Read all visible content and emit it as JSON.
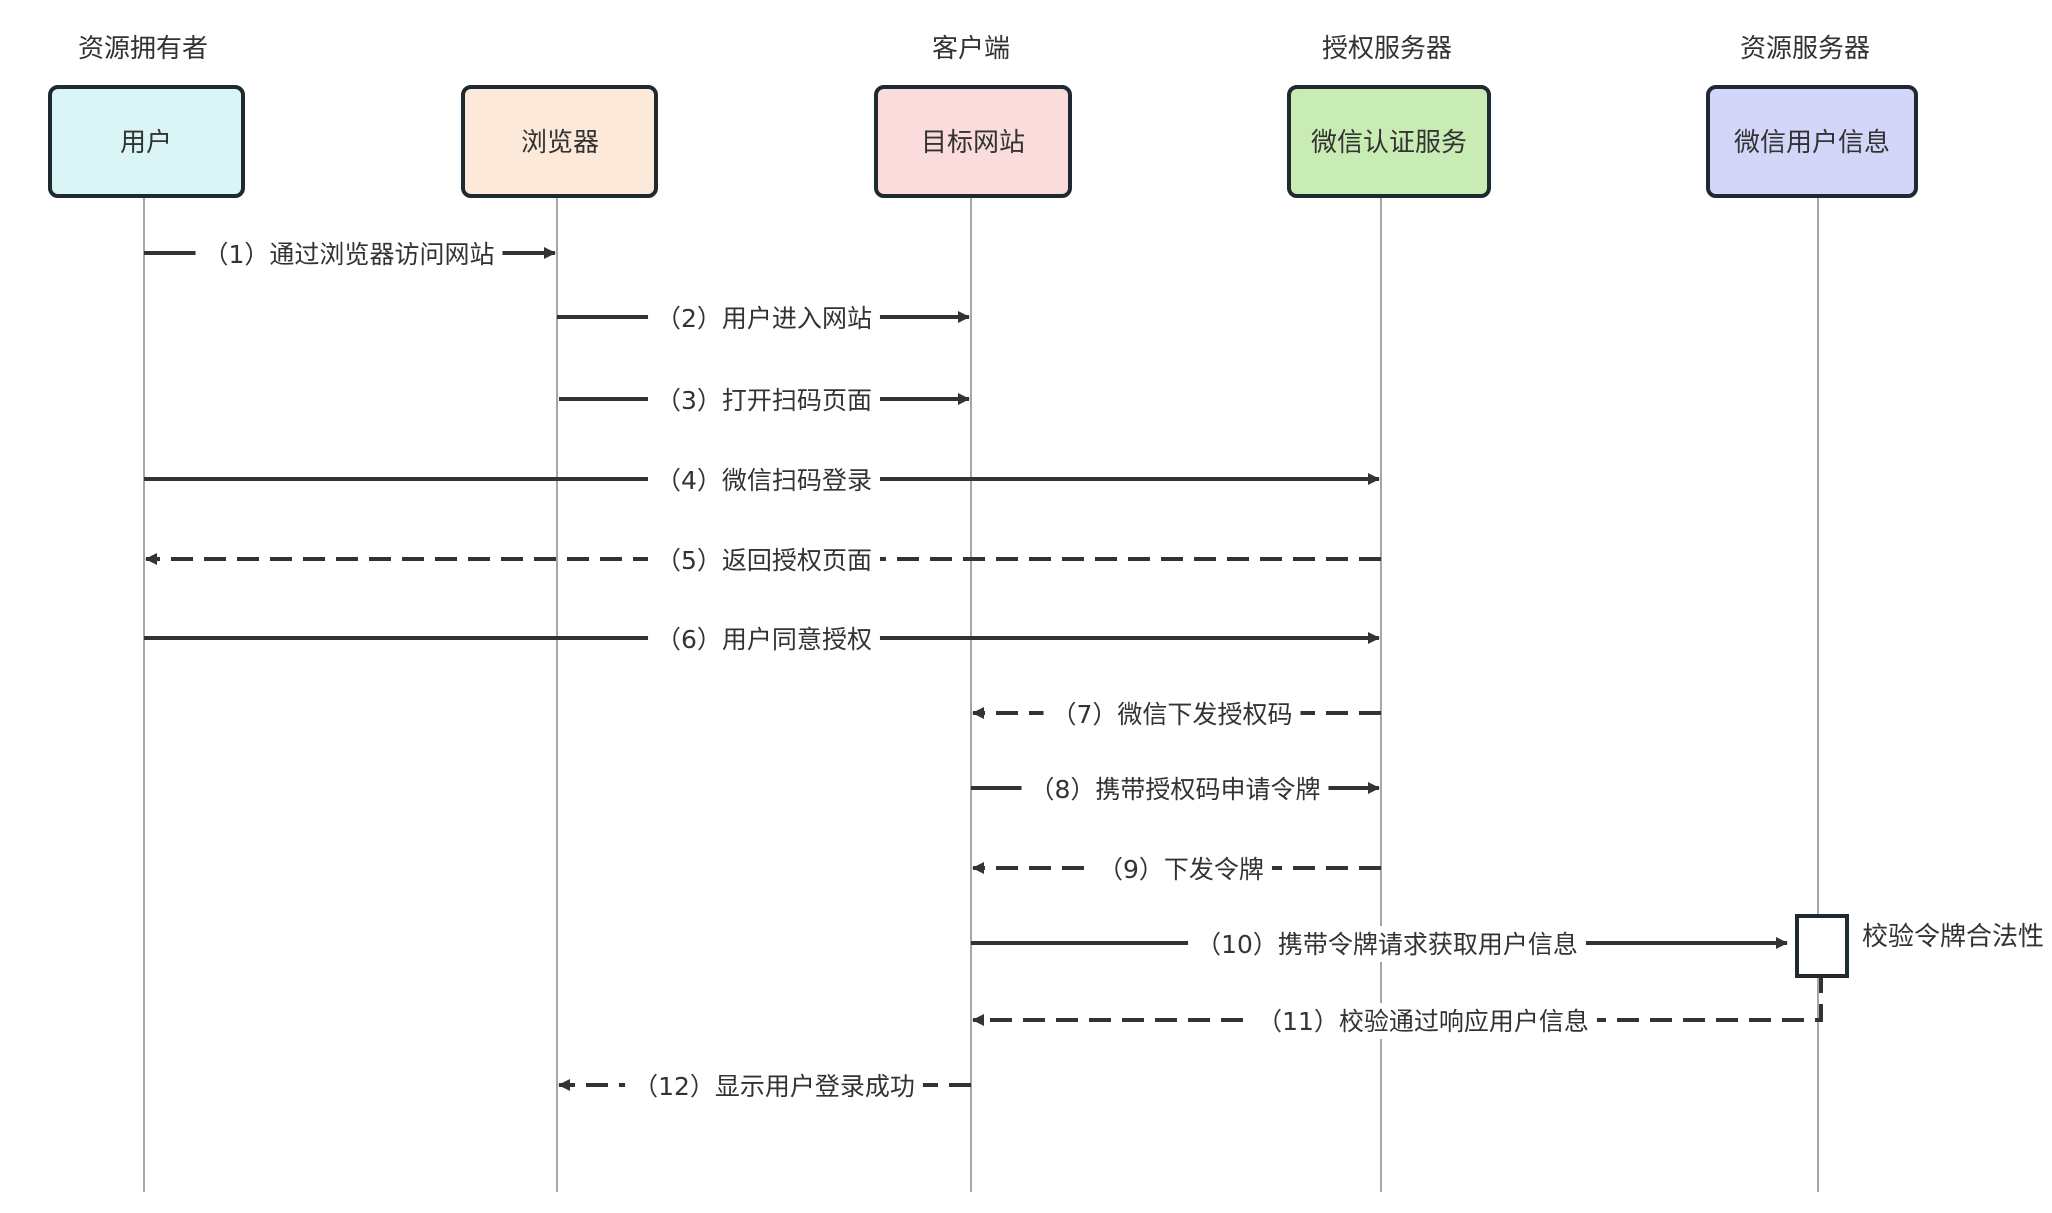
{
  "diagram": {
    "type": "sequence",
    "participants": [
      {
        "id": "user",
        "role": "资源拥有者",
        "name": "用户",
        "fill": "#d9f5f5"
      },
      {
        "id": "browser",
        "role": "",
        "name": "浏览器",
        "fill": "#fce9d9"
      },
      {
        "id": "site",
        "role": "客户端",
        "name": "目标网站",
        "fill": "#fbdcdc"
      },
      {
        "id": "auth",
        "role": "授权服务器",
        "name": "微信认证服务",
        "fill": "#c9ecb4"
      },
      {
        "id": "resource",
        "role": "资源服务器",
        "name": "微信用户信息",
        "fill": "#d3d6f8"
      }
    ],
    "messages": [
      {
        "from": "user",
        "to": "browser",
        "style": "solid",
        "label": "（1）通过浏览器访问网站"
      },
      {
        "from": "browser",
        "to": "site",
        "style": "solid",
        "label": "（2）用户进入网站"
      },
      {
        "from": "browser",
        "to": "site",
        "style": "solid",
        "label": "（3）打开扫码页面"
      },
      {
        "from": "user",
        "to": "auth",
        "style": "solid",
        "label": "（4）微信扫码登录"
      },
      {
        "from": "auth",
        "to": "user",
        "style": "dashed",
        "label": "（5）返回授权页面"
      },
      {
        "from": "user",
        "to": "auth",
        "style": "solid",
        "label": "（6）用户同意授权"
      },
      {
        "from": "auth",
        "to": "site",
        "style": "dashed",
        "label": "（7）微信下发授权码"
      },
      {
        "from": "site",
        "to": "auth",
        "style": "solid",
        "label": "（8）携带授权码申请令牌"
      },
      {
        "from": "auth",
        "to": "site",
        "style": "dashed",
        "label": "（9）下发令牌"
      },
      {
        "from": "site",
        "to": "resource",
        "style": "solid",
        "label": "（10）携带令牌请求获取用户信息"
      },
      {
        "from": "resource",
        "to": "site",
        "style": "dashed",
        "label": "（11）校验通过响应用户信息"
      },
      {
        "from": "site",
        "to": "browser",
        "style": "dashed",
        "label": "（12）显示用户登录成功"
      }
    ],
    "activation": {
      "participant": "resource",
      "note": "校验令牌合法性"
    },
    "colors": {
      "border": "#1f2930",
      "lifeline": "#888888",
      "arrow": "#333333",
      "text": "#333333"
    }
  }
}
